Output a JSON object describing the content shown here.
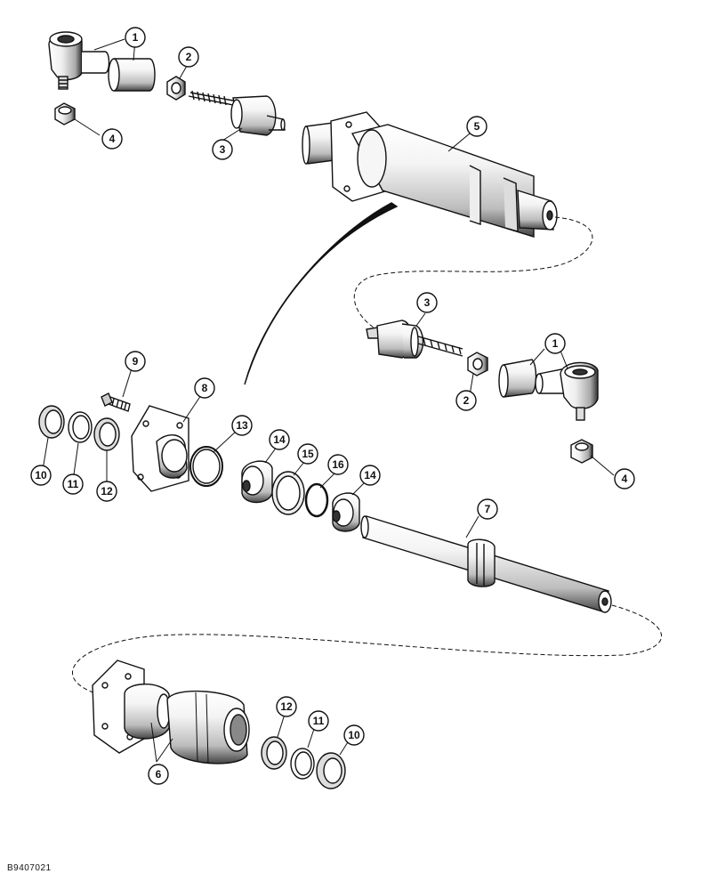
{
  "callouts": {
    "c1a": "1",
    "c1b": "1",
    "c2a": "2",
    "c2b": "2",
    "c3a": "3",
    "c3b": "3",
    "c4a": "4",
    "c4b": "4",
    "c5": "5",
    "c6": "6",
    "c7": "7",
    "c8": "8",
    "c9": "9",
    "c10a": "10",
    "c10b": "10",
    "c11a": "11",
    "c11b": "11",
    "c12a": "12",
    "c12b": "12",
    "c13": "13",
    "c14a": "14",
    "c14b": "14",
    "c15": "15",
    "c16": "16"
  },
  "figure_id": "B9407021"
}
